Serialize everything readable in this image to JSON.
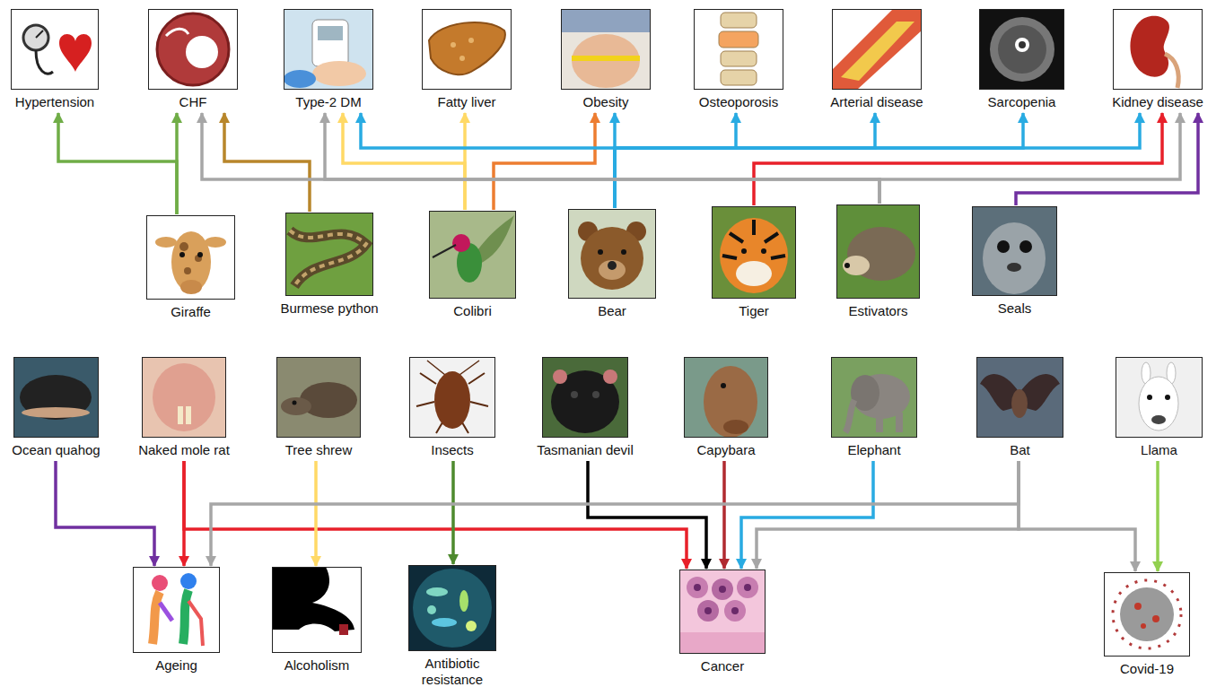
{
  "diagram": {
    "nodes": [
      {
        "text": [
          "Hypertension"
        ]
      },
      {
        "text": [
          "CHF"
        ]
      },
      {
        "text": [
          "Type-2 DM"
        ]
      },
      {
        "text": [
          "Fatty liver"
        ]
      },
      {
        "text": [
          "Obesity"
        ]
      },
      {
        "text": [
          "Osteoporosis"
        ]
      },
      {
        "text": [
          "Arterial disease"
        ]
      },
      {
        "text": [
          "Sarcopenia"
        ]
      },
      {
        "text": [
          "Kidney disease"
        ]
      },
      {
        "text": [
          "Giraffe"
        ]
      },
      {
        "text": [
          "Burmese python"
        ]
      },
      {
        "text": [
          "Colibri"
        ]
      },
      {
        "text": [
          "Bear"
        ]
      },
      {
        "text": [
          "Tiger"
        ]
      },
      {
        "text": [
          "Estivators"
        ]
      },
      {
        "text": [
          "Seals"
        ]
      },
      {
        "text": [
          "Ocean quahog"
        ]
      },
      {
        "text": [
          "Naked mole rat"
        ]
      },
      {
        "text": [
          "Tree shrew"
        ]
      },
      {
        "text": [
          "Insects"
        ]
      },
      {
        "text": [
          "Tasmanian devil"
        ]
      },
      {
        "text": [
          "Capybara"
        ]
      },
      {
        "text": [
          "Elephant"
        ]
      },
      {
        "text": [
          "Bat"
        ]
      },
      {
        "text": [
          "Llama"
        ]
      },
      {
        "text": [
          "Ageing"
        ]
      },
      {
        "text": [
          "Alcoholism"
        ]
      },
      {
        "text": [
          "Antibiotic resistance"
        ]
      },
      {
        "text": [
          "Cancer"
        ]
      },
      {
        "text": [
          "Covid-19"
        ]
      }
    ],
    "edges": [
      {
        "from": 9,
        "to": 0,
        "arrow": "to"
      },
      {
        "from": 9,
        "to": 1,
        "arrow": "to"
      },
      {
        "from": 10,
        "to": 1,
        "arrow": "to"
      },
      {
        "from": 11,
        "to": 2,
        "arrow": "to"
      },
      {
        "from": 11,
        "to": 3,
        "arrow": "to"
      },
      {
        "from": 11,
        "to": 4,
        "arrow": "to"
      },
      {
        "from": 12,
        "to": 2,
        "arrow": "to"
      },
      {
        "from": 12,
        "to": 4,
        "arrow": "to"
      },
      {
        "from": 12,
        "to": 5,
        "arrow": "to"
      },
      {
        "from": 12,
        "to": 6,
        "arrow": "to"
      },
      {
        "from": 12,
        "to": 7,
        "arrow": "to"
      },
      {
        "from": 12,
        "to": 8,
        "arrow": "to"
      },
      {
        "from": 13,
        "to": 8,
        "arrow": "to"
      },
      {
        "from": 14,
        "to": 1,
        "arrow": "to"
      },
      {
        "from": 14,
        "to": 2,
        "arrow": "to"
      },
      {
        "from": 14,
        "to": 8,
        "arrow": "to"
      },
      {
        "from": 15,
        "to": 8,
        "arrow": "to"
      },
      {
        "from": 16,
        "to": 25,
        "arrow": "to"
      },
      {
        "from": 17,
        "to": 25,
        "arrow": "to"
      },
      {
        "from": 17,
        "to": 28,
        "arrow": "to"
      },
      {
        "from": 18,
        "to": 26,
        "arrow": "to"
      },
      {
        "from": 19,
        "to": 27,
        "arrow": "to"
      },
      {
        "from": 20,
        "to": 28,
        "arrow": "to"
      },
      {
        "from": 21,
        "to": 28,
        "arrow": "to"
      },
      {
        "from": 22,
        "to": 28,
        "arrow": "to"
      },
      {
        "from": 23,
        "to": 25,
        "arrow": "to"
      },
      {
        "from": 23,
        "to": 28,
        "arrow": "to"
      },
      {
        "from": 23,
        "to": 29,
        "arrow": "to"
      },
      {
        "from": 24,
        "to": 29,
        "arrow": "to"
      }
    ]
  }
}
